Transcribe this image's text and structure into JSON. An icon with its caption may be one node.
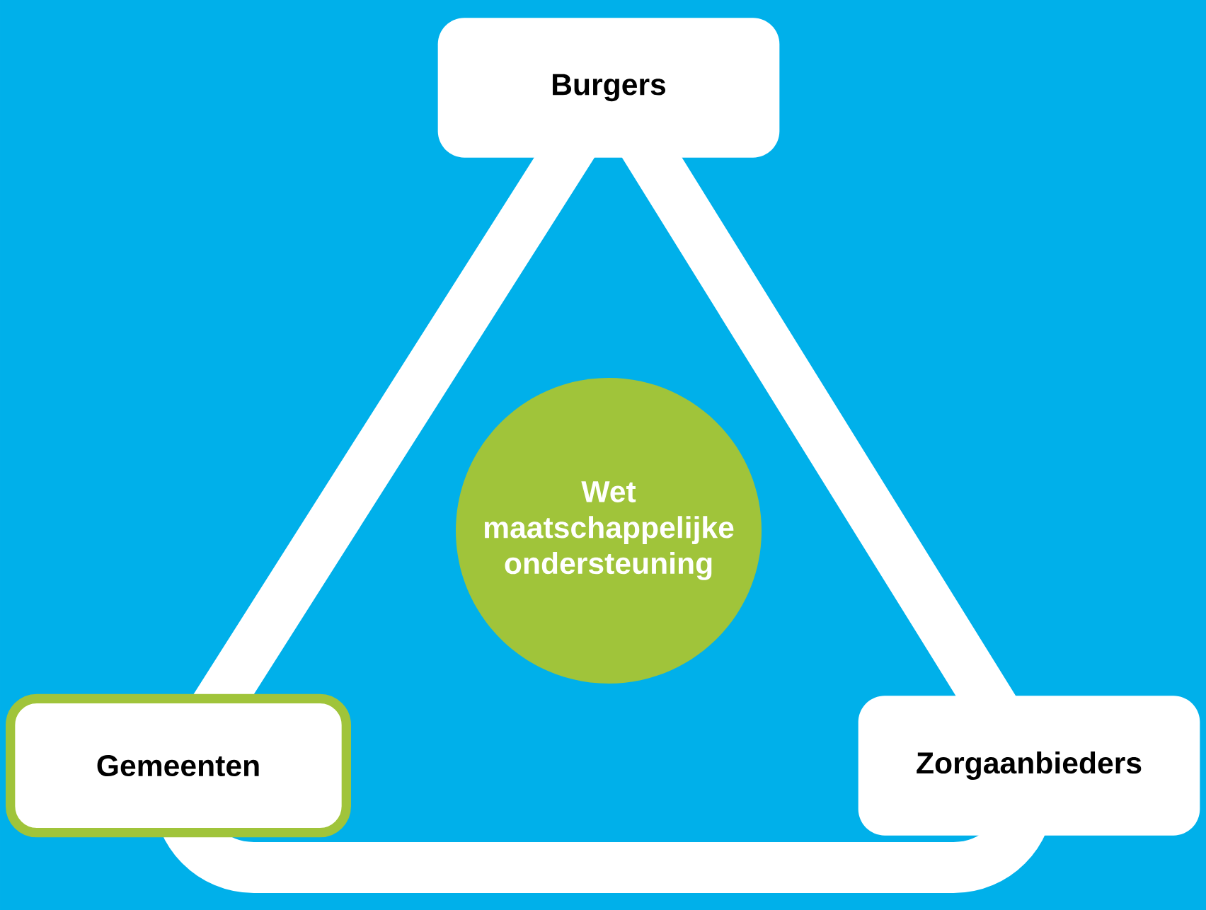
{
  "diagram": {
    "nodes": [
      {
        "text": [
          "Burgers"
        ]
      },
      {
        "text": [
          "Wet maatschappelijke ondersteuning"
        ]
      },
      {
        "text": [
          "Gemeenten"
        ]
      },
      {
        "text": [
          "Zorgaanbieders"
        ]
      }
    ],
    "edges": [
      {
        "from": 0,
        "to": 2,
        "arrow": "none"
      },
      {
        "from": 2,
        "to": 3,
        "arrow": "none"
      },
      {
        "from": 0,
        "to": 3,
        "arrow": "none"
      }
    ]
  }
}
